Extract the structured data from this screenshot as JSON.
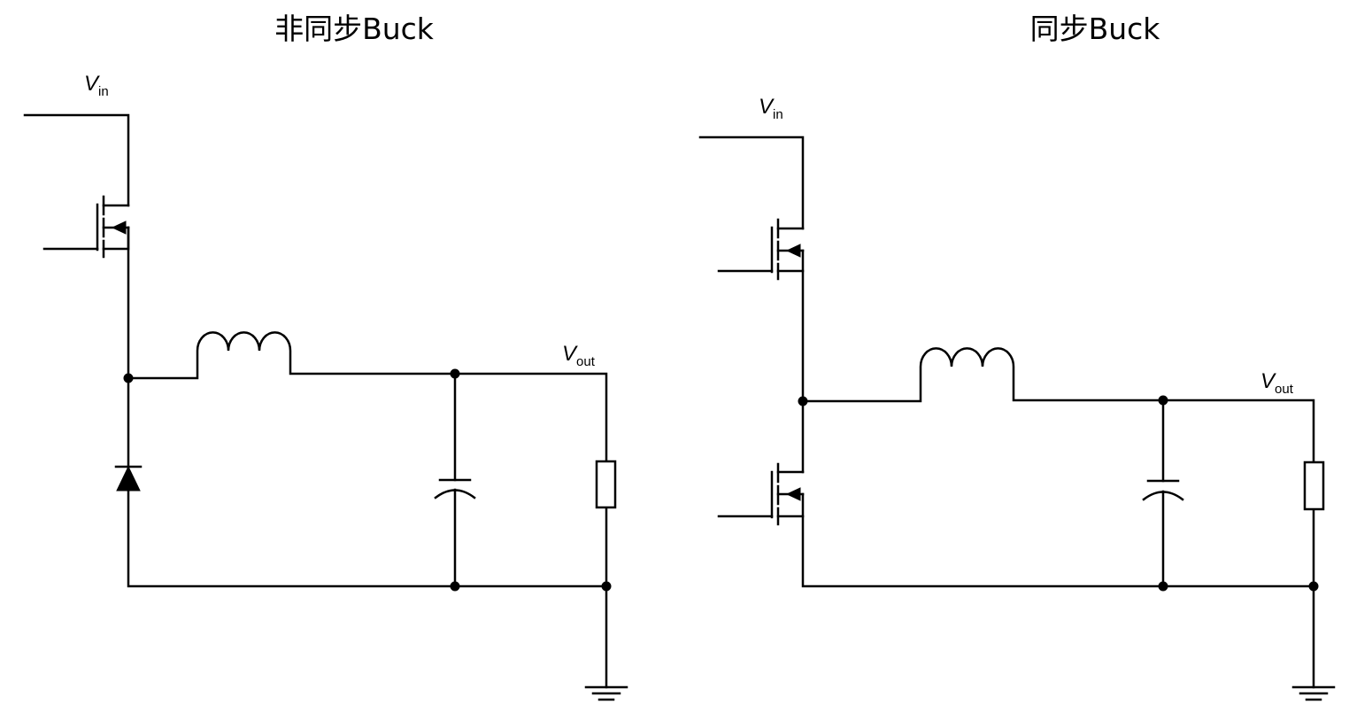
{
  "diagrams": {
    "left": {
      "title": "非同步Buck",
      "vin_label": {
        "main": "V",
        "sub": "in"
      },
      "vout_label": {
        "main": "V",
        "sub": "out"
      }
    },
    "right": {
      "title": "同步Buck",
      "vin_label": {
        "main": "V",
        "sub": "in"
      },
      "vout_label": {
        "main": "V",
        "sub": "out"
      }
    }
  }
}
